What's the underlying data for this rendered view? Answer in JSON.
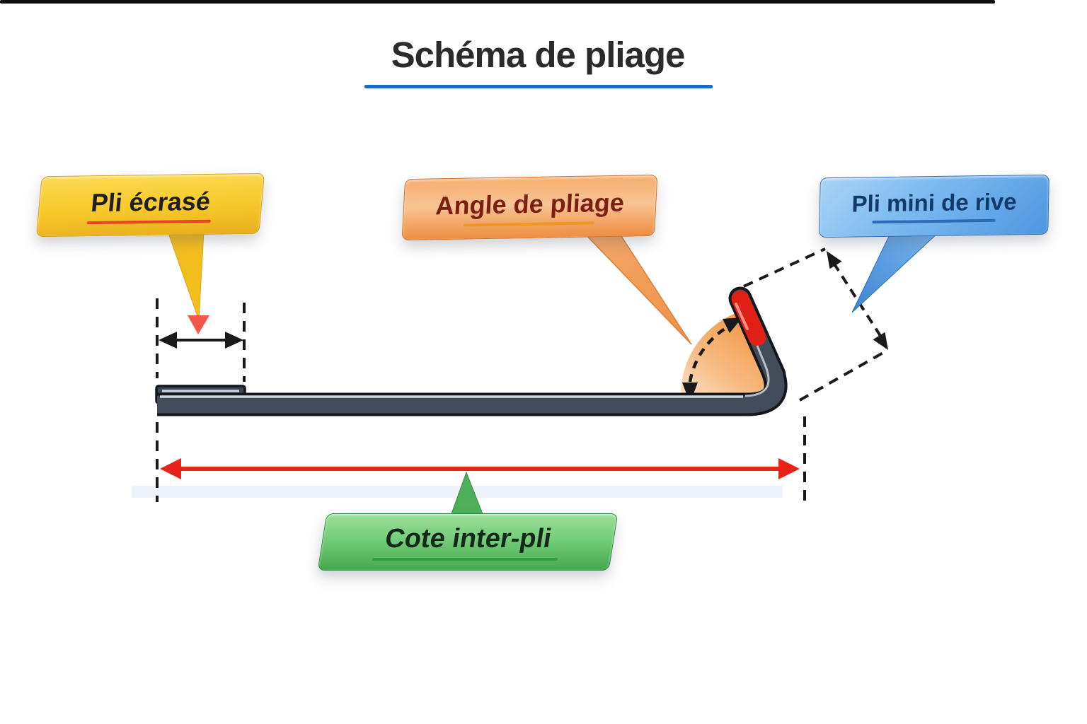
{
  "title": {
    "text": "Schéma de pliage",
    "underline_color": "#1b6cc3"
  },
  "callouts": {
    "pli_ecrase": {
      "label": "Pli écrasé",
      "fill": "#f7c92a",
      "underline": "#ea4226",
      "text_color": "#1f1f1f"
    },
    "angle_de_pliage": {
      "label": "Angle de pliage",
      "fill": "#ee8e42",
      "underline": "#ef9722",
      "text_color": "#7c2112"
    },
    "pli_mini_de_rive": {
      "label": "Pli mini de rive",
      "fill": "#4e97e0",
      "underline": "#2a6cb4",
      "text_color": "#123a68"
    },
    "cote_inter_pli": {
      "label": "Cote inter-pli",
      "fill": "#45a84e",
      "underline": "#2f9e46",
      "text_color": "#15291a"
    }
  },
  "diagram": {
    "metal_color": "#424c5a",
    "metal_outline_color": "#14171d",
    "edge_fold_highlight_color": "#e01f15",
    "angle_sector_color": "#f2913c",
    "inter_fold_arrow_color": "#e9221a",
    "dash_color": "#1a1a1a",
    "top_bar_color": "#0e0e0e"
  }
}
